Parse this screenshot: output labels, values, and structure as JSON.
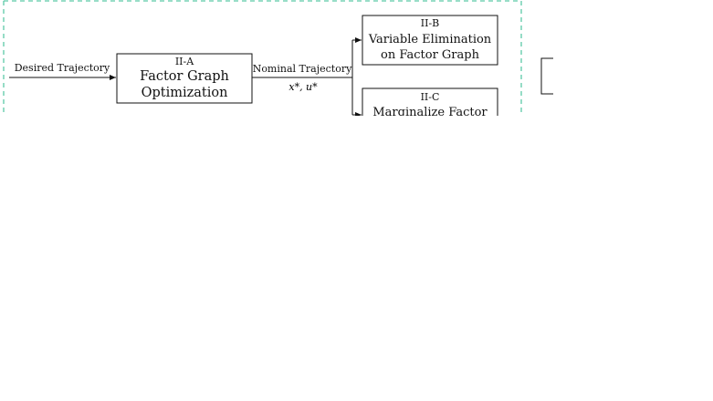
{
  "diagram": {
    "input_edge_label": "Desired Trajectory",
    "output_edge_label": "Nominal Trajectory",
    "output_edge_math": "x*, u*",
    "block_a": {
      "id": "II-A",
      "line1": "Factor Graph",
      "line2": "Optimization"
    },
    "block_b": {
      "id": "II-B",
      "line1": "Variable Elimination",
      "line2": "on Factor Graph"
    },
    "block_c": {
      "id": "II-C",
      "line1": "Marginalize Factor"
    }
  },
  "colors": {
    "dashed_border": "#5cc9a7",
    "stroke": "#111111"
  }
}
